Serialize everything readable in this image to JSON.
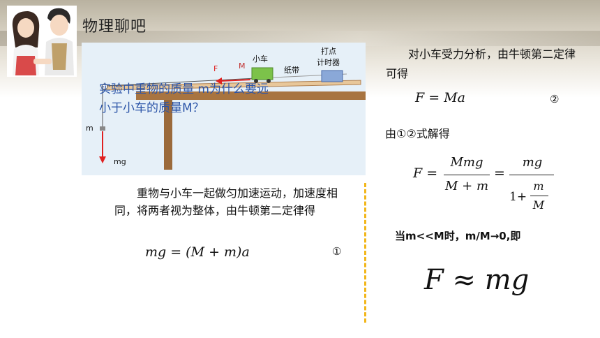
{
  "header": {
    "title": "物理聊吧"
  },
  "diagram": {
    "question": "实验中重物的质量 m为什么要远小于小车的质量M？",
    "labels": {
      "force_F": "F",
      "mass_M": "M",
      "cart": "小车",
      "paper_tape": "纸带",
      "timer_line1": "打点",
      "timer_line2": "计时器",
      "weight_m": "m",
      "weight_force": "mg"
    }
  },
  "left_text": {
    "paragraph": "重物与小车一起做匀加速运动，加速度相同，将两者视为整体，由牛顿第二定律得",
    "equation1": "mg = (M + m)a",
    "marker1": "①"
  },
  "right_text": {
    "intro": "对小车受力分析，由牛顿第二定律可得",
    "equation2": "F = Ma",
    "marker2": "②",
    "solve_label": "由①②式解得",
    "eq3": {
      "lhs": "F =",
      "frac_num": "Mmg",
      "frac_den": "M + m",
      "eq_sign": "=",
      "frac2_num": "mg",
      "frac2_den_prefix": "1+",
      "inner_num": "m",
      "inner_den": "M"
    },
    "condition": "当m<<M时，m/M→0,即",
    "result": "F ≈ mg"
  },
  "colors": {
    "question": "#2c55a8",
    "arrow_red": "#e02020",
    "cart_green": "#7cc24a",
    "timer_blue": "#8aa8d8",
    "table_brown": "#9b6a3b",
    "divider": "#f2b61a"
  }
}
